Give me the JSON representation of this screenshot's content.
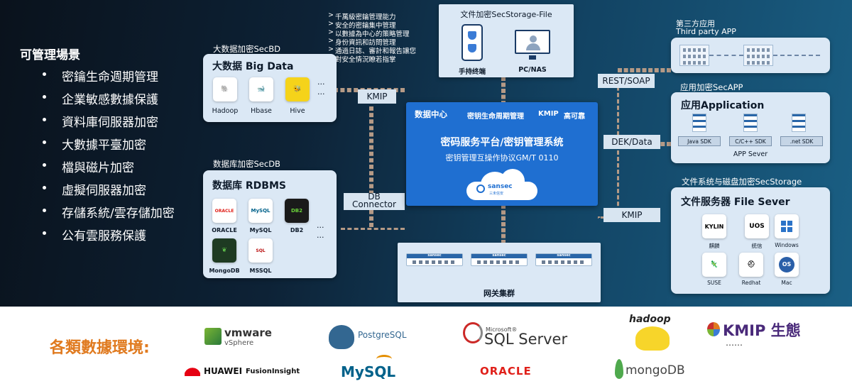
{
  "left_panel": {
    "title": "可管理場景",
    "bullets": [
      "密鑰生命週期管理",
      "企業敏感數據保護",
      "資料庫伺服器加密",
      "大數據平臺加密",
      "檔與磁片加密",
      "虛擬伺服器加密",
      "存儲系統/雲存儲加密",
      "公有雲服務保護"
    ]
  },
  "features": [
    "千萬級密鑰管理能力",
    "安全的密鑰集中管理",
    "以數據為中心的策略管理",
    "身份資訊和訪問管理",
    "通過日誌、審計和報告讓您",
    "對安全情況瞭若指掌"
  ],
  "file_encrypt": {
    "label": "文件加密SecStorage-File",
    "devices": [
      "手持终端",
      "PC/NAS"
    ]
  },
  "bigdata": {
    "section_label": "大数据加密SecBD",
    "title": "大数据  Big Data",
    "items": [
      "Hadoop",
      "Hbase",
      "Hive"
    ],
    "ellipsis": "···"
  },
  "database": {
    "section_label": "数据库加密SecDB",
    "title": "数据库 RDBMS",
    "items": [
      "ORACLE",
      "MySQL",
      "DB2",
      "MongoDB",
      "MSSQL"
    ],
    "ellipsis": "···"
  },
  "center": {
    "top_items": [
      "数据中心",
      "密钥生命周期管理",
      "KMIP",
      "高可靠"
    ],
    "title": "密码服务平台/密钥管理系统",
    "subtitle": "密钥管理互操作协议GM/T 0110",
    "brand": "sansec",
    "brand_sub": "三未信安"
  },
  "gateway": {
    "label": "网关集群",
    "server_brand": "sansec"
  },
  "protocols": {
    "kmip_left": "KMIP",
    "db_connector": "DB\nConnector",
    "rest_soap": "REST/SOAP",
    "dek_data": "DEK/Data",
    "kmip_right": "KMIP"
  },
  "third_party": {
    "label": "第三方应用",
    "label_en": "Third party APP"
  },
  "application": {
    "section_label": "应用加密SecAPP",
    "title": "应用Application",
    "sdks": [
      "Java SDK",
      "C/C++ SDK",
      ".net SDK"
    ],
    "server": "APP Sever"
  },
  "file_server": {
    "section_label": "文件系统与磁盘加密SecStorage",
    "title": "文件服务器 File Sever",
    "items": [
      "麒麟",
      "统信",
      "Windows",
      "SUSE",
      "Redhat",
      "Mac"
    ],
    "icon_texts": [
      "KYLIN",
      "UOS"
    ]
  },
  "bottom": {
    "label": "各類數據環境:",
    "logos": {
      "vmware": "vmware",
      "vsphere": "vSphere",
      "postgres": "PostgreSQL",
      "microsoft": "Microsoft®",
      "sqlserver": "SQL Server",
      "hadoop": "hadoop",
      "kmip": "KMIP 生態",
      "kmip_dots": "……",
      "huawei": "HUAWEI",
      "fusion": "FusionInsight",
      "mysql": "MySQL",
      "oracle": "ORACLE",
      "mongodb": "mongoDB"
    }
  },
  "colors": {
    "accent_blue": "#1f6fd1",
    "panel": "#dbe8f5",
    "connector": "#b59a86",
    "label_orange": "#e07a1f",
    "label_purple": "#4a2a7a"
  }
}
